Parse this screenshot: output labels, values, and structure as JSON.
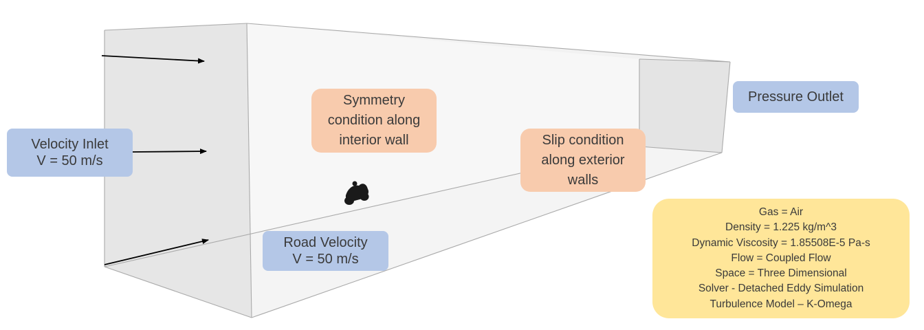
{
  "labels": {
    "velocity_inlet": {
      "lines": [
        "Velocity Inlet",
        "V = 50 m/s"
      ],
      "color": "#b4c7e7"
    },
    "pressure_outlet": {
      "lines": [
        "Pressure Outlet"
      ],
      "color": "#b4c7e7"
    },
    "symmetry": {
      "lines": [
        "Symmetry",
        "condition along",
        "interior wall"
      ],
      "color": "#f8cbad"
    },
    "slip": {
      "lines": [
        "Slip condition",
        "along exterior",
        "walls"
      ],
      "color": "#f8cbad"
    },
    "road_velocity": {
      "lines": [
        "Road Velocity",
        "V = 50 m/s"
      ],
      "color": "#b4c7e7"
    },
    "properties": {
      "lines": [
        "Gas = Air",
        "Density = 1.225 kg/m^3",
        "Dynamic Viscosity = 1.85508E-5 Pa-s",
        "Flow = Coupled Flow",
        "Space = Three Dimensional",
        "Solver - Detached Eddy Simulation",
        "Turbulence Model – K-Omega"
      ],
      "color": "#ffe699"
    }
  },
  "icons": {
    "vehicle": "motorcycle-icon",
    "flow": "arrow-icon"
  }
}
